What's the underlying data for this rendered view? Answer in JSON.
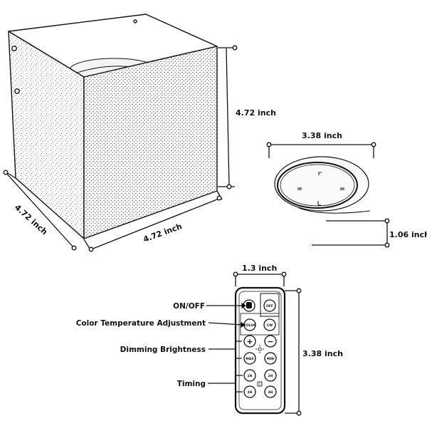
{
  "dimensions": {
    "cube_height": "4.72 inch",
    "cube_depth": "4.72 inch",
    "cube_width": "4.72 inch",
    "lens_diameter": "3.38 inch",
    "lens_thickness": "1.06 inch",
    "remote_width": "1.3 inch",
    "remote_height": "3.38 inch"
  },
  "remote": {
    "labels": {
      "on_off": "ON/OFF",
      "color_temp": "Color Temperature Adjustment",
      "dimming": "Dimming Brightness",
      "timing": "Timing"
    },
    "buttons": {
      "on": "ON",
      "off": "OFF",
      "color": "COLOR",
      "cw": "CW",
      "plus": "+",
      "minus": "−",
      "max": "MAX",
      "min": "MIN",
      "timer_1": "1H",
      "timer_2": "2H",
      "timer_3": "3H",
      "timer_4": "4H"
    }
  },
  "colors": {
    "line": "#111111",
    "stipple": "#333333",
    "background": "#ffffff"
  }
}
